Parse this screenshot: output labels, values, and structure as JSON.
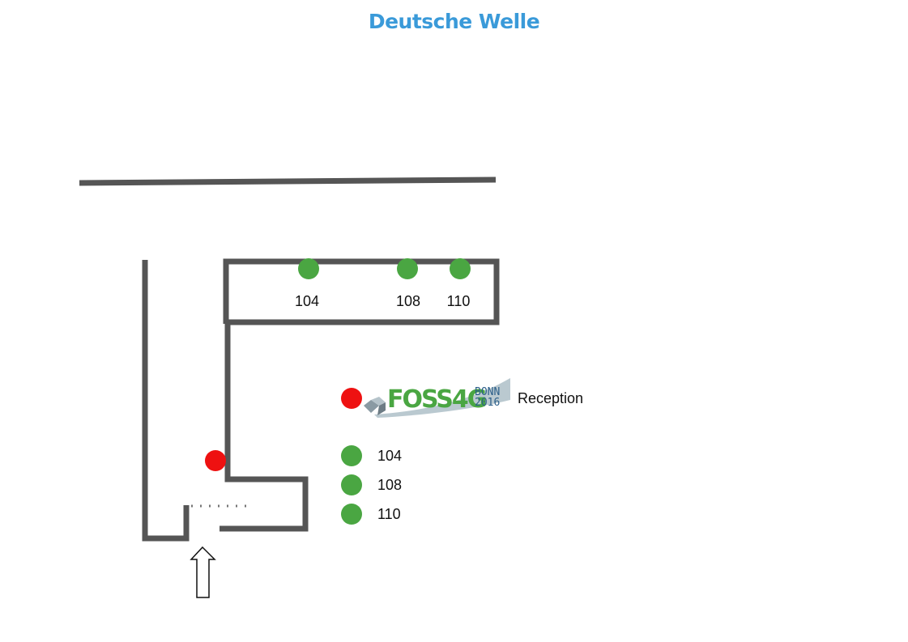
{
  "title": "Deutsche Welle",
  "colors": {
    "title": "#3a9ad9",
    "wall": "#555555",
    "room_marker": "#4aa642",
    "info_marker": "#ee1111",
    "logo_green": "#4aa642",
    "logo_blue": "#2c5f8a"
  },
  "rooms": [
    {
      "label": "104"
    },
    {
      "label": "108"
    },
    {
      "label": "110"
    }
  ],
  "logo": {
    "brand": "FOSS4G",
    "city": "BONN",
    "year": "2016"
  },
  "reception": {
    "label": "Reception"
  },
  "legend": [
    {
      "label": "104"
    },
    {
      "label": "108"
    },
    {
      "label": "110"
    }
  ],
  "entrance": {
    "icon": "arrow-up-icon"
  }
}
